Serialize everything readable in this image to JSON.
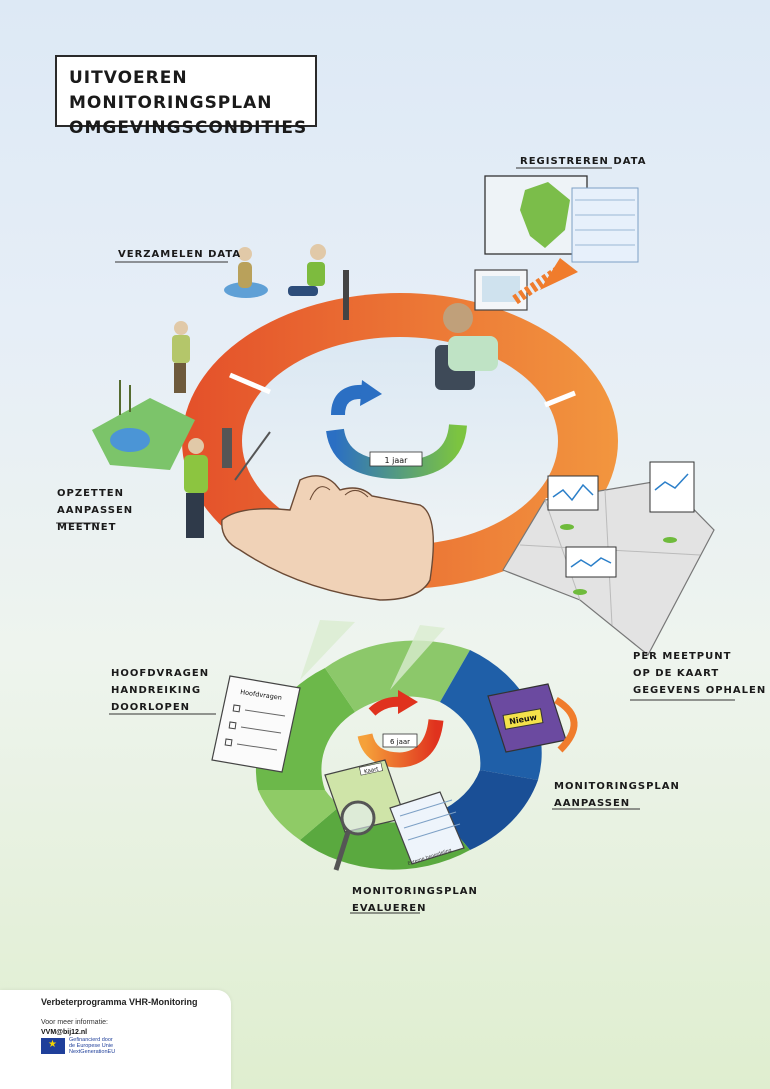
{
  "title": {
    "line1": "Uitvoeren monitoringsplan",
    "line2": "omgevingscondities"
  },
  "labels": {
    "registreren": "Registreren data",
    "verzamelen": "Verzamelen data",
    "opzetten": [
      "Opzetten",
      "aanpassen",
      "meetnet"
    ],
    "per_meetpunt": [
      "Per meetpunt",
      "op de kaart",
      "gegevens ophalen"
    ],
    "hoofdvragen": [
      "Hoofdvragen",
      "handreiking",
      "doorlopen"
    ],
    "monitoringsplan_aanpassen": [
      "Monitoringsplan",
      "aanpassen"
    ],
    "monitoringsplan_evalueren": [
      "Monitoringsplan",
      "evalueren"
    ]
  },
  "cycle_upper": {
    "label": "1 jaar"
  },
  "cycle_lower": {
    "label": "6 jaar"
  },
  "props": {
    "checklist_title": "Hoofdvragen",
    "book_label": "Nieuw",
    "map_label": "Kaart",
    "table_label": "Externe beoordeling"
  },
  "footer": {
    "program": "Verbeterprogramma VHR-Monitoring",
    "more_info": "Voor meer informatie:",
    "email": "VVM@bij12.nl",
    "eu_lines": [
      "Gefinancierd door",
      "de Europese Unie",
      "NextGenerationEU"
    ]
  },
  "colors": {
    "upper_ring_left": "#e8622a",
    "upper_ring_right": "#f08a3c",
    "lower_ring_green": "#5cab3e",
    "lower_ring_blue": "#1f5fa8",
    "accent_blue": "#2b7fc9",
    "accent_green": "#6fbb3c"
  }
}
